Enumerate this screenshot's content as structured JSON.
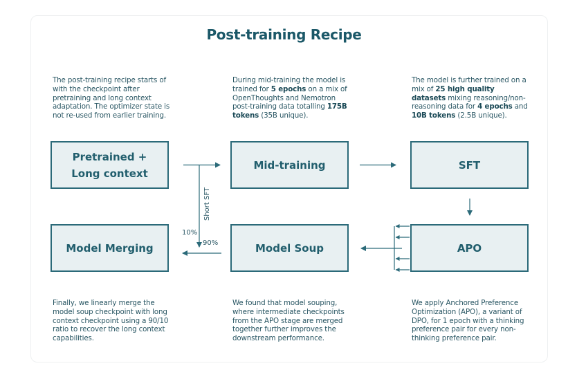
{
  "title": "Post-training Recipe",
  "descriptions": {
    "pretrained": [
      "The post-training recipe starts of with the checkpoint after pretraining and long context adaptation. The optimizer state is not re-used from earlier training."
    ],
    "midtraining": [
      {
        "t": "During mid-training the model is trained for ",
        "b": false
      },
      {
        "t": "5 epochs",
        "b": true
      },
      {
        "t": " on a mix  of OpenThoughts and Nemotron post-training data totalling ",
        "b": false
      },
      {
        "t": "175B tokens",
        "b": true
      },
      {
        "t": " (35B unique).",
        "b": false
      }
    ],
    "sft": [
      {
        "t": "The model is further trained on a mix of ",
        "b": false
      },
      {
        "t": "25 high quality datasets",
        "b": true
      },
      {
        "t": " mixing reasoning/non-reasoning data for ",
        "b": false
      },
      {
        "t": "4 epochs",
        "b": true
      },
      {
        "t": " and ",
        "b": false
      },
      {
        "t": "10B tokens",
        "b": true
      },
      {
        "t": " (2.5B unique).",
        "b": false
      }
    ],
    "merging": "Finally, we linearly merge the model soup checkpoint with long context checkpoint using a 90/10 ratio to recover the long context capabilities.",
    "soup": "We found that model souping, where intermediate checkpoints from the APO stage are merged together further improves the downstream performance.",
    "apo": "We apply Anchored Preference Optimization (APO), a variant of DPO,  for 1 epoch with a thinking preference pair for every non-thinking preference pair."
  },
  "boxes": {
    "pretrained_line1": "Pretrained +",
    "pretrained_line2": "Long context",
    "midtraining": "Mid-training",
    "sft": "SFT",
    "merging": "Model Merging",
    "soup": "Model Soup",
    "apo": "APO"
  },
  "labels": {
    "short_sft": "Short SFT",
    "ten_pct": "10%",
    "ninety_pct": "90%"
  },
  "colors": {
    "box_fill": "#e8f0f2",
    "box_border": "#2b6a79",
    "text": "#1e4e5c",
    "arrow": "#2b6a79"
  }
}
